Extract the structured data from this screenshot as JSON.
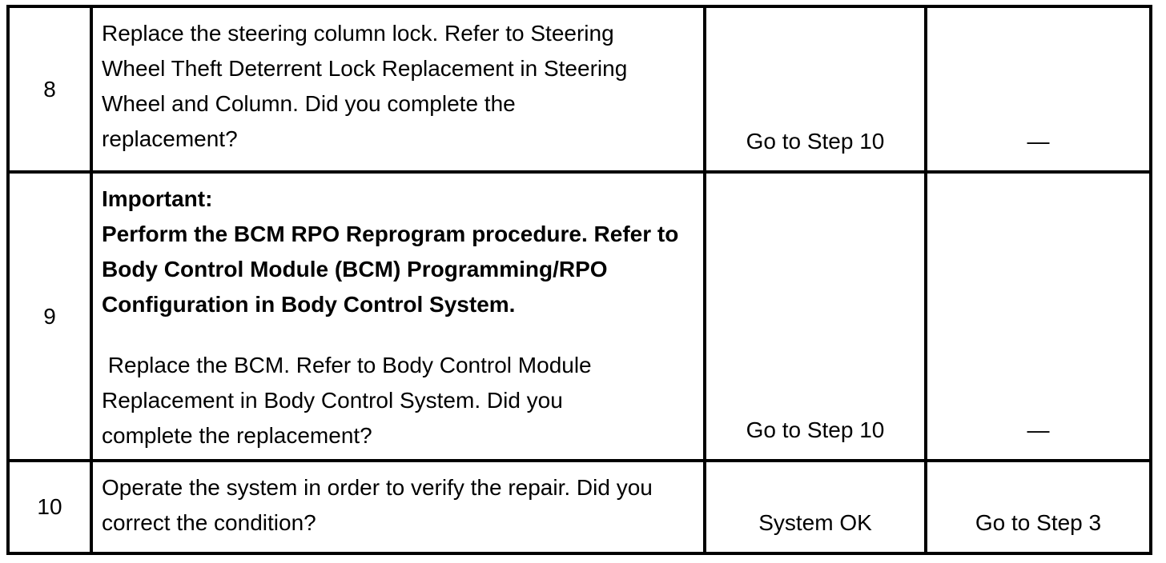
{
  "colors": {
    "border": "#000000",
    "background": "#ffffff",
    "text": "#000000"
  },
  "table": {
    "rows": [
      {
        "step": "8",
        "action_lines": [
          "Replace the steering column lock. Refer to Steering",
          "Wheel Theft Deterrent Lock Replacement in Steering",
          "Wheel and Column. Did you complete the",
          "replacement?"
        ],
        "yes": "Go to Step 10",
        "no": "—"
      },
      {
        "step": "9",
        "important_lines": [
          "Important:",
          "Perform the BCM RPO Reprogram procedure. Refer to",
          "Body Control Module (BCM) Programming/RPO",
          "Configuration in Body Control System."
        ],
        "action_lines": [
          " Replace the BCM. Refer to Body Control Module",
          "Replacement in Body Control System. Did you",
          "complete the replacement?"
        ],
        "yes": "Go to Step 10",
        "no": "—"
      },
      {
        "step": "10",
        "action_lines": [
          "Operate the system in order to verify the repair. Did you",
          "correct the condition?"
        ],
        "yes": "System OK",
        "no": "Go to Step 3"
      }
    ]
  }
}
